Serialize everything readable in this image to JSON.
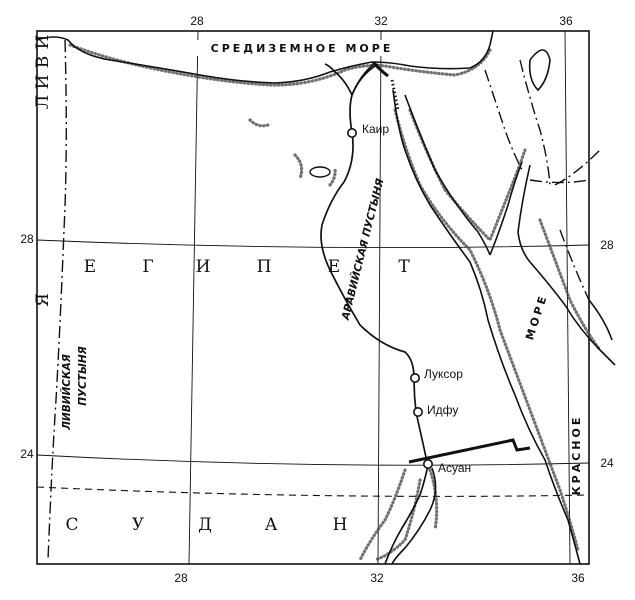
{
  "map": {
    "top_ticks": [
      "28",
      "32",
      "36"
    ],
    "bottom_ticks": [
      "28",
      "32",
      "36"
    ],
    "left_ticks": [
      "28",
      "24"
    ],
    "right_ticks": [
      "28",
      "24"
    ],
    "mediterranean": "СРЕДИЗЕМНОЕ МОРЕ",
    "egypt_letters": [
      "Е",
      "Г",
      "И",
      "П",
      "Е",
      "Т"
    ],
    "sudan_letters": [
      "С",
      "У",
      "Д",
      "А",
      "Н"
    ],
    "libya_letters": [
      "Л",
      "И",
      "В",
      "И",
      "Я"
    ],
    "red_sea_more": "МОРЕ",
    "red_sea_krasnoe": "КРАСНОЕ",
    "libyan_desert": [
      "ЛИВИЙСКАЯ",
      "ПУСТЫНЯ"
    ],
    "arabian_desert": "АРАВИЙСКАЯ ПУСТЫНЯ",
    "cities": [
      {
        "name": "Каир"
      },
      {
        "name": "Луксор"
      },
      {
        "name": "Идфу"
      },
      {
        "name": "Асуан"
      }
    ]
  }
}
